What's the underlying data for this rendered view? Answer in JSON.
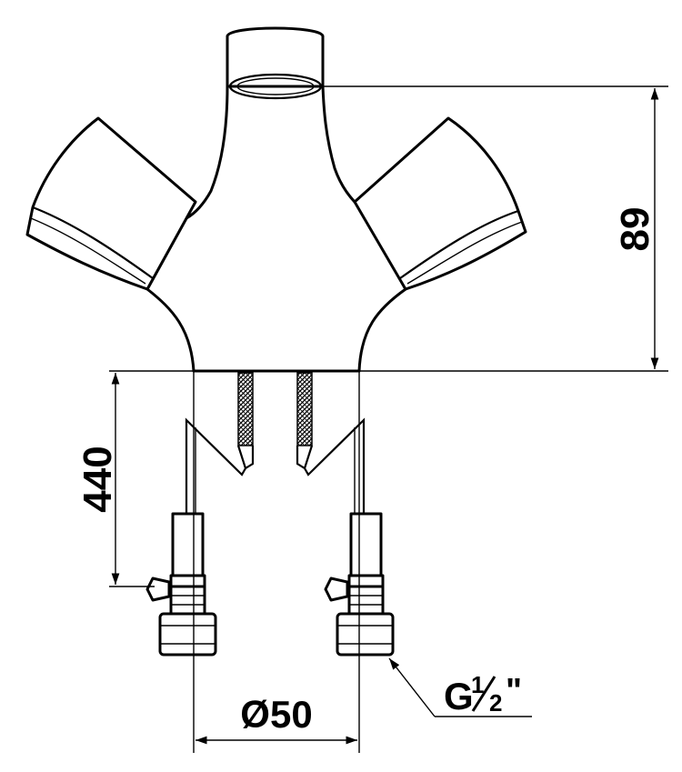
{
  "dimensions": {
    "height_top": "89",
    "hose_length": "440",
    "diameter": "Ø50",
    "thread_label": {
      "prefix": "G",
      "numerator": "1",
      "denominator": "2",
      "suffix": "\""
    }
  },
  "colors": {
    "line": "#000000",
    "background": "#ffffff"
  }
}
